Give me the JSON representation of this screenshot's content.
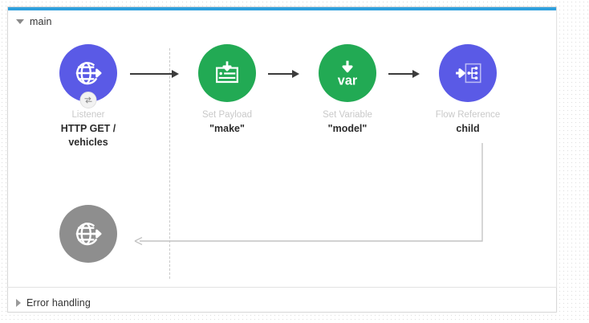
{
  "panel": {
    "accent_color": "#2fa0dd",
    "background": "#ffffff"
  },
  "sections": [
    {
      "label": "main",
      "expanded": true,
      "toggle_icon": "triangle-down-icon"
    },
    {
      "label": "Error handling",
      "expanded": false,
      "toggle_icon": "triangle-right-icon"
    }
  ],
  "main_section": {
    "label": "main"
  },
  "error_section": {
    "label": "Error handling"
  },
  "nodes": [
    {
      "id": "listener",
      "type_label": "Listener",
      "name": "HTTP GET /\nvehicles",
      "name_line1": "HTTP GET /",
      "name_line2": "vehicles",
      "color": "#5a5ae6",
      "icon": "globe-arrow-icon",
      "badge_icon": "exchange-icon",
      "has_badge": true
    },
    {
      "id": "set-payload",
      "type_label": "Set Payload",
      "name": "\"make\"",
      "color": "#22aa54",
      "icon": "payload-down-arrow-icon",
      "has_badge": false
    },
    {
      "id": "set-variable",
      "type_label": "Set Variable",
      "name": "\"model\"",
      "color": "#22aa54",
      "icon": "var-down-arrow-icon",
      "icon_text": "var",
      "has_badge": false
    },
    {
      "id": "flow-reference",
      "type_label": "Flow Reference",
      "name": "child",
      "color": "#5a5ae6",
      "icon": "flow-reference-icon",
      "has_badge": false
    },
    {
      "id": "http-response",
      "type_label": "",
      "name": "",
      "color": "#8e8e8e",
      "icon": "globe-arrow-icon",
      "has_badge": false
    }
  ],
  "connectors": [
    {
      "id": "listener-to-set-payload",
      "icon": "arrow-right-icon"
    },
    {
      "id": "set-payload-to-set-variable",
      "icon": "arrow-right-icon"
    },
    {
      "id": "set-variable-to-flow-reference",
      "icon": "arrow-right-icon"
    },
    {
      "id": "flow-reference-to-response",
      "icon": "arrow-left-return-icon"
    }
  ]
}
